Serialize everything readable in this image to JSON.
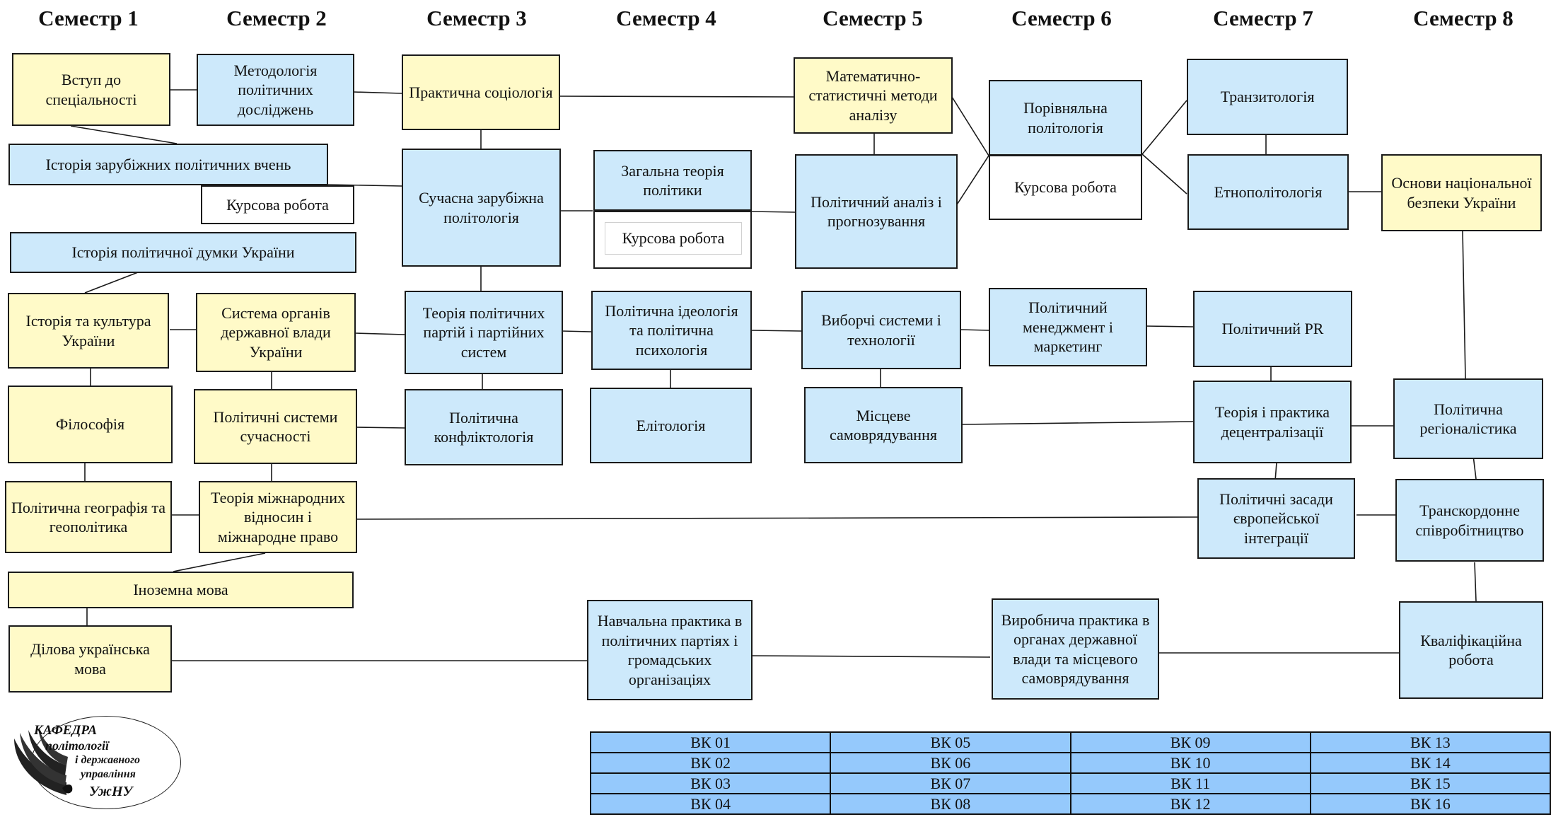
{
  "semesters": [
    "Семестр 1",
    "Семестр 2",
    "Семестр 3",
    "Семестр 4",
    "Семестр 5",
    "Семестр 6",
    "Семестр 7",
    "Семестр 8"
  ],
  "courses": {
    "vstup": "Вступ до спеціальності",
    "metodologia": "Методологія політичних досліджень",
    "sociologia": "Практична соціологія",
    "matstat": "Математично-статистичні методи аналізу",
    "porivnialna": "Порівняльна політологія",
    "transytologia": "Транзитологія",
    "istoria_zarub": "Історія зарубіжних політичних вчень",
    "suchasna_zarub": "Сучасна зарубіжна політологія",
    "zagalna_teoria": "Загальна теорія політики",
    "analiz": "Політичний аналіз і прогнозування",
    "etnopolitologia": "Етнополітологія",
    "osnovy_bezpeky": "Основи національної безпеки України",
    "istoria_dumky": "Історія політичної думки України",
    "istoria_kultura": "Історія та культура України",
    "systema_organiv": "Система органів державної влади України",
    "partii": "Теорія політичних партій і партійних систем",
    "ideologia": "Політична ідеологія та політична психологія",
    "vyborchi": "Виборчі системи і технології",
    "menedzhment": "Політичний менеджмент і маркетинг",
    "pr": "Політичний PR",
    "filosofia": "Філософія",
    "systemy_suchasnosti": "Політичні системи сучасності",
    "konfliktologia": "Політична конфліктологія",
    "elitologia": "Елітологія",
    "samovriaduvannia": "Місцеве самоврядування",
    "decentralizatsia": "Теорія і практика децентралізації",
    "regionalistyka": "Політична регіоналістика",
    "geografia": "Політична географія та геополітика",
    "mizhnarodni": "Теорія міжнародних відносин і міжнародне право",
    "yevrointegratsia": "Політичні засади європейської інтеграції",
    "transkordonne": "Транскордонне співробітництво",
    "inozemna": "Іноземна мова",
    "dilova": "Ділова українська мова",
    "navchalna_praktyka": "Навчальна практика в політичних партіях і громадських організаціях",
    "vyrobnycha_praktyka": "Виробнича практика в органах державної влади та місцевого самоврядування",
    "kvalifikatsiina": "Кваліфікаційна робота"
  },
  "course_work_label": "Курсова робота",
  "logo": {
    "line1": "КАФЕДРА",
    "line2": "політології",
    "line3": "і державного",
    "line4": "управління",
    "line5": "УжНУ"
  },
  "electives": [
    [
      "ВК 01",
      "ВК 05",
      "ВК 09",
      "ВК 13"
    ],
    [
      "ВК 02",
      "ВК 06",
      "ВК 10",
      "ВК 14"
    ],
    [
      "ВК 03",
      "ВК 07",
      "ВК 11",
      "ВК 15"
    ],
    [
      "ВК 04",
      "ВК 08",
      "ВК 12",
      "ВК 16"
    ]
  ],
  "colors": {
    "mandatory_yellow": "#fffac8",
    "course_blue": "#cde9fb",
    "elective_blue": "#95c9fc",
    "border": "#1a1a1a"
  }
}
